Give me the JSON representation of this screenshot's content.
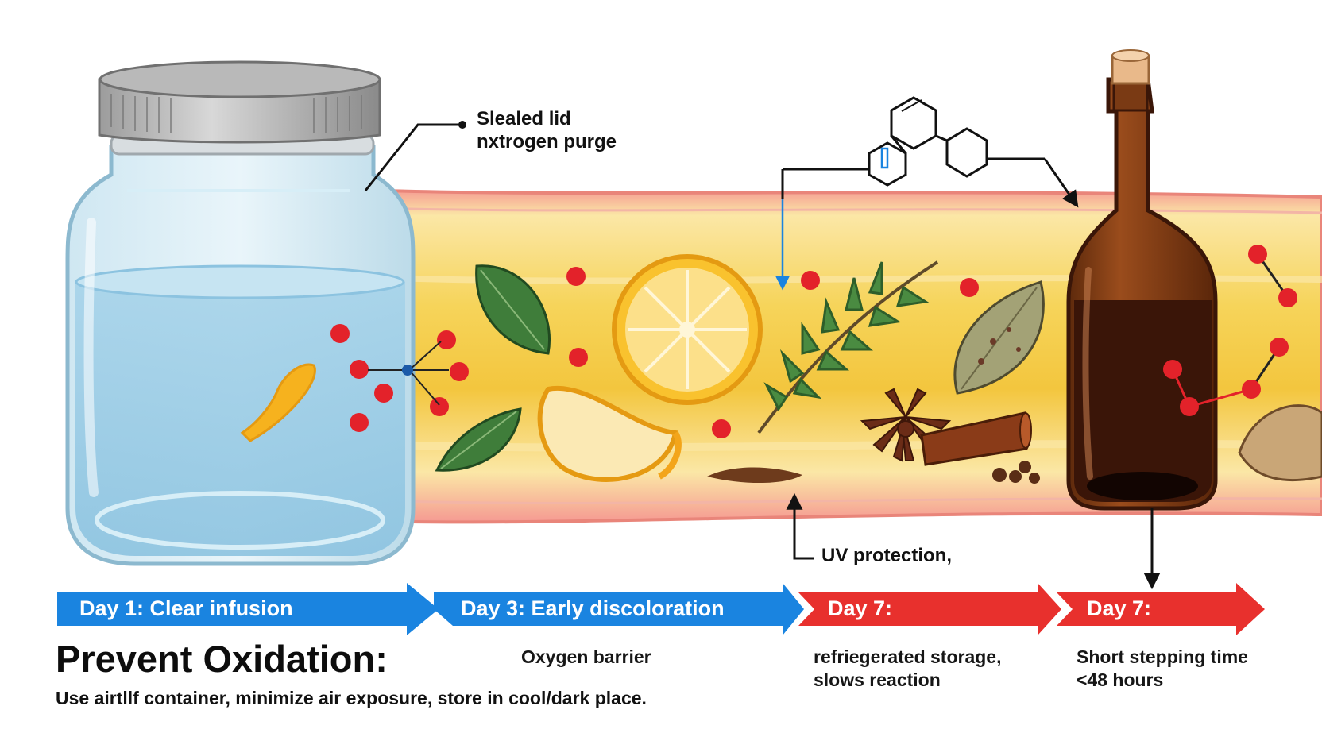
{
  "annotations": {
    "lid_line1": "Slealed lid",
    "lid_line2": "nxtrogen purge",
    "uv": "UV protection,"
  },
  "timeline": [
    {
      "label": "Day 1: Clear infusion",
      "color": "#1a84e0"
    },
    {
      "label": "Day 3: Early discoloration",
      "color": "#1a84e0"
    },
    {
      "label": "Day 7:",
      "color": "#e8302d"
    },
    {
      "label": "Day 7:",
      "color": "#e8302d"
    }
  ],
  "footer": {
    "title": "Prevent Oxidation:",
    "subtitle": "Use airtllf container, minimize air exposure, store in cool/dark place.",
    "notes": [
      {
        "line1": "Oxygen barrier",
        "line2": ""
      },
      {
        "line1": "refriegerated storage,",
        "line2": "slows reaction"
      },
      {
        "line1": "Short stepping time",
        "line2": "<48 hours"
      }
    ]
  },
  "colors": {
    "oxygen": "#e3222a",
    "band_outer": "#f7a29a",
    "band_inner": "#fbe6a0",
    "band_core": "#f5cd45",
    "bottle": "#7a3a14",
    "liquid": "#3a1508"
  },
  "icons": [
    "jar-icon",
    "bottle-icon",
    "lemon-icon",
    "rosemary-icon",
    "star-anise-icon",
    "cinnamon-icon",
    "leaf-icon",
    "molecule-icon"
  ]
}
